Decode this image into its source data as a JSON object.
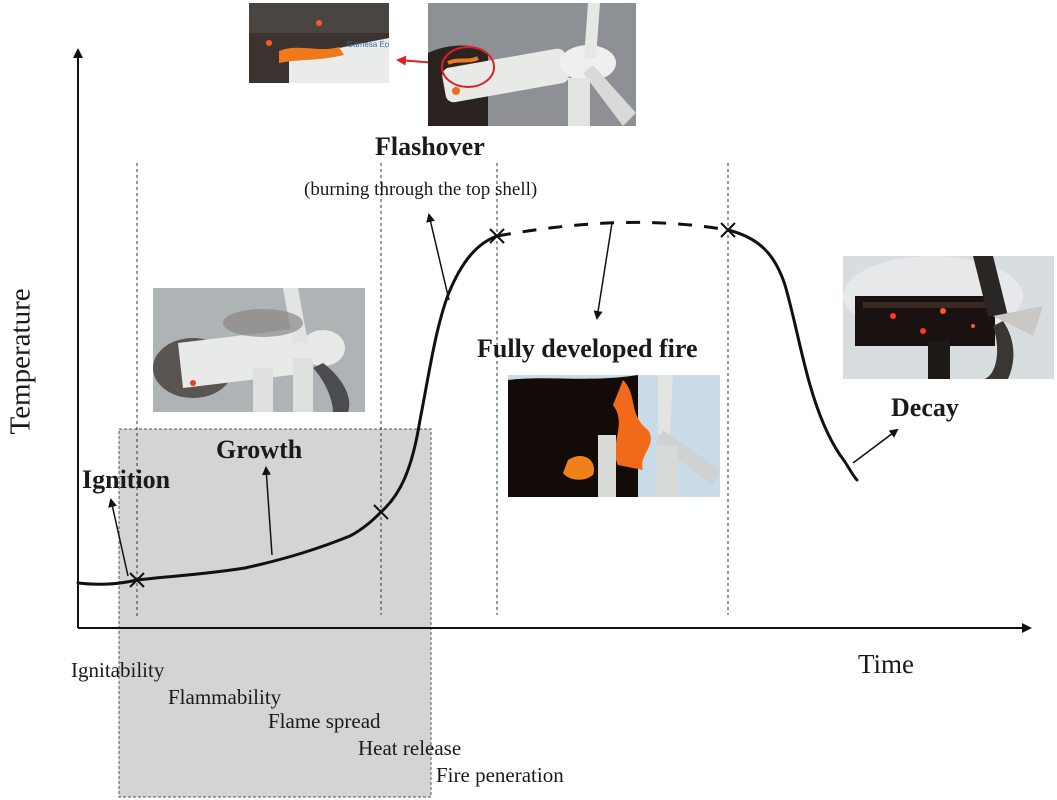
{
  "axes": {
    "y_label": "Temperature",
    "x_label": "Time"
  },
  "stages": {
    "ignition": "Ignition",
    "growth": "Growth",
    "flashover": "Flashover",
    "flashover_note": "(burning through the top shell)",
    "fully_developed": "Fully developed fire",
    "decay": "Decay"
  },
  "properties": [
    "Ignitability",
    "Flammability",
    "Flame spread",
    "Heat release",
    "Fire peneration"
  ],
  "photos": {
    "ignition_closeup": "burning nacelle close-up (Gamesa Eolica logo)",
    "flashover": "wind turbine nacelle with flames circled in red",
    "growth": "nacelle emitting smoke",
    "fully_developed": "turbine engulfed in black smoke and flames",
    "decay": "burnt-out nacelle frame with embers"
  },
  "colors": {
    "curve": "#111111",
    "shaded_region": "#d3d4d6",
    "highlight_circle": "#e02020",
    "flame": "#f06a1a"
  }
}
